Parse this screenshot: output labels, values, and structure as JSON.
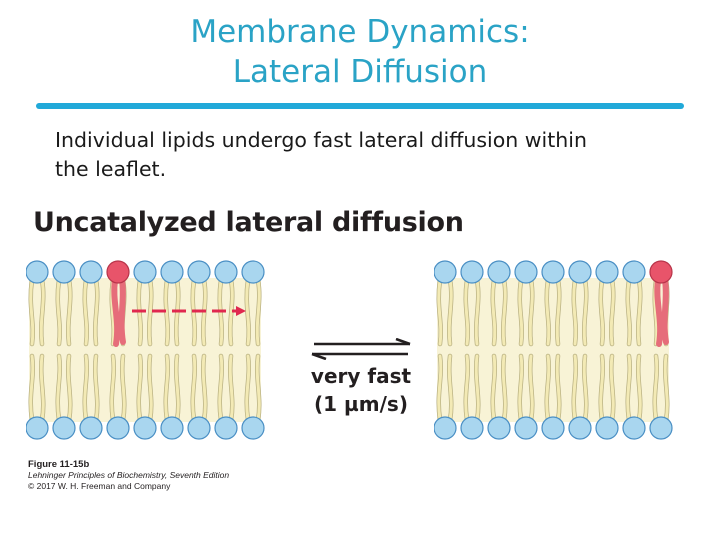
{
  "slide": {
    "title_line1": "Membrane Dynamics:",
    "title_line2": "Lateral Diffusion",
    "body_line1": "Individual lipids undergo fast lateral diffusion within",
    "body_line2": "the leaflet."
  },
  "figure": {
    "heading": "Uncatalyzed lateral diffusion",
    "rate_label": "very fast",
    "rate_value": "(1 µm/s)",
    "credit_figure": "Figure 11-15b",
    "credit_book": "Lehninger Principles of Biochemistry, Seventh Edition",
    "credit_copyright": "© 2017 W. H. Freeman and Company",
    "colors": {
      "head": "#a9d6ef",
      "head_edge": "#4a8fc4",
      "tail": "#f3eab5",
      "tail_edge": "#b9b182",
      "highlight_head": "#e8546a",
      "highlight_tail": "#e66d7a",
      "arrow": "#e0284f"
    },
    "left_membrane": {
      "lipid_count": 9,
      "highlight_lipid": 3
    },
    "right_membrane": {
      "lipid_count": 9,
      "highlight_lipid": 8
    }
  }
}
